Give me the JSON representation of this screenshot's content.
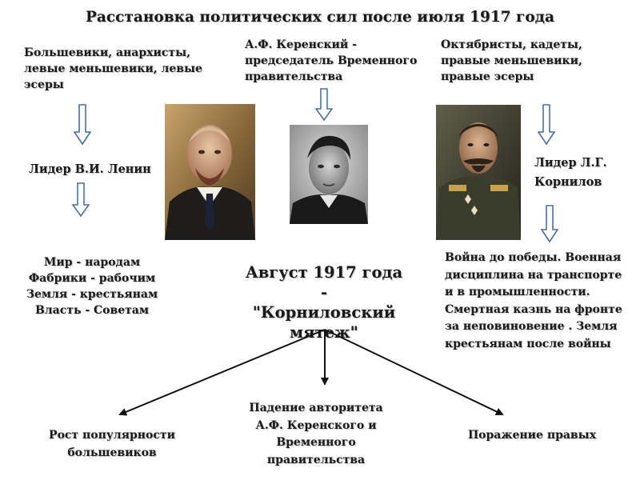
{
  "title": "Расстановка политических сил после июля 1917 года",
  "left_column": {
    "groups": "Большевики, анархисты, левые меньшевики, левые эсеры",
    "leader": "Лидер В.И. Ленин",
    "slogans": [
      "Мир - народам",
      "Фабрики - рабочим",
      "Земля - крестьянам",
      "Власть - Советам"
    ]
  },
  "center_column": {
    "kerensky": "А.Ф. Керенский - председатель Временного правительства",
    "event_lines": [
      "Август 1917 года -",
      "\"Корниловский",
      "мятеж\""
    ]
  },
  "right_column": {
    "groups": "Октябристы, кадеты, правые меньшевики, правые эсеры",
    "leader": "Лидер Л.Г. Корнилов",
    "program": "Война до победы. Военная дисциплина  на транспорте и в промышленности. Смертная казнь на фронте за неповиновение . Земля крестьянам после войны"
  },
  "outcomes": {
    "left": "Рост популярности большевиков",
    "center": "Падение авторитета А.Ф. Керенского и Временного правительства",
    "right": "Поражение правых"
  },
  "portraits": {
    "lenin": "portrait-lenin",
    "kerensky": "portrait-kerensky",
    "kornilov": "portrait-kornilov"
  },
  "colors": {
    "arrow_fill": "#ffffff",
    "arrow_stroke": "#4a6fa5",
    "text": "#1a1a1a"
  }
}
